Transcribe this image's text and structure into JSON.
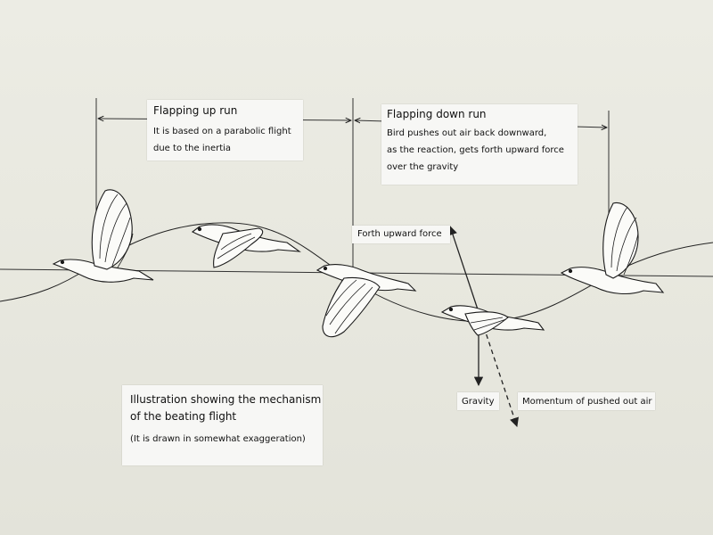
{
  "labels": {
    "flapping_up": {
      "title": "Flapping up run",
      "line1": "It is based on a parabolic flight",
      "line2": "due to the inertia"
    },
    "flapping_down": {
      "title": "Flapping down run",
      "line1": "Bird pushes out air back downward,",
      "line2": "as the reaction, gets forth upward force",
      "line3": "over the gravity"
    },
    "forth_upward_force": "Forth upward force",
    "gravity": "Gravity",
    "momentum": "Momentum of pushed out air",
    "caption": {
      "line1": "Illustration showing the mechanism",
      "line2": "of the beating flight",
      "note": "(It is drawn in somewhat exaggeration)"
    }
  },
  "illustration": {
    "subject": "bird",
    "bird_count": 5,
    "bird_poses": [
      "wings-up",
      "wings-down",
      "wings-down-deep",
      "wings-level",
      "wings-up"
    ],
    "line_color": "#222222",
    "paper_color": "#e8e8df"
  }
}
